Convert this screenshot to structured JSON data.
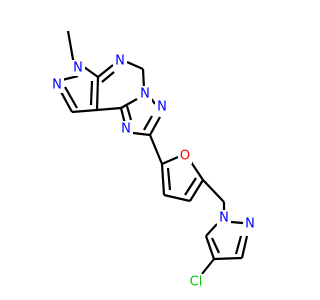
{
  "molecule": {
    "atoms": [
      {
        "id": "N1",
        "label": "N",
        "color": "#0000ff"
      },
      {
        "id": "N2",
        "label": "N",
        "color": "#0000ff"
      },
      {
        "id": "N3",
        "label": "N",
        "color": "#0000ff"
      },
      {
        "id": "N4",
        "label": "N",
        "color": "#0000ff"
      },
      {
        "id": "N5",
        "label": "N",
        "color": "#0000ff"
      },
      {
        "id": "N6",
        "label": "N",
        "color": "#0000ff"
      },
      {
        "id": "N7",
        "label": "N",
        "color": "#0000ff"
      },
      {
        "id": "N8",
        "label": "N",
        "color": "#0000ff"
      },
      {
        "id": "O1",
        "label": "O",
        "color": "#ff0000"
      },
      {
        "id": "Cl1",
        "label": "Cl",
        "color": "#00cc00"
      }
    ],
    "bond_color": "#000000"
  }
}
